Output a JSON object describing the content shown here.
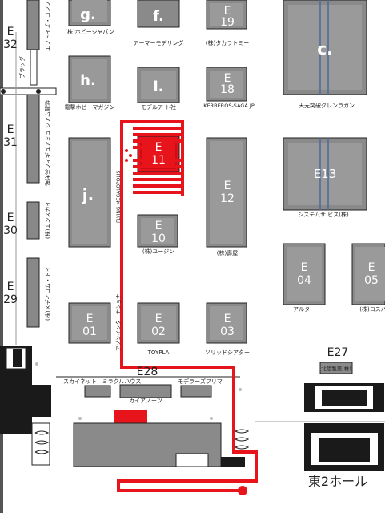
{
  "map": {
    "hall_name": "東2ホール",
    "zones": {
      "E28": "E28",
      "E27": "E27"
    },
    "left_column": {
      "labels": {
        "E32": "E32",
        "E31": "E31",
        "E30": "E30",
        "E29": "E29"
      },
      "vertical_names": {
        "enterize": "エフトイズ・コンフ",
        "bugbug": "ブラッグ",
        "kaiyodo_kan": "海洋堂フィギュアミュ ジアム龍游",
        "escalay": "(株)エンスカイ",
        "mediacom": "(株)メディコム・トイ"
      }
    },
    "booths_large": [
      {
        "id": "g",
        "label": "g.",
        "caption": "(株)ホビージャパン"
      },
      {
        "id": "f",
        "label": "f.",
        "caption": "アーマーモデリング"
      },
      {
        "id": "h",
        "label": "h.",
        "caption": "電撃ホビーマガジン"
      },
      {
        "id": "i",
        "label": "i.",
        "caption": "モデルア ト社"
      },
      {
        "id": "j",
        "label": "j.",
        "caption": "FLYING MEGALOPOLIS"
      },
      {
        "id": "c",
        "label": "c.",
        "caption": "天元突破グレンラガン"
      }
    ],
    "booths_e": [
      {
        "id": "E19",
        "label": "E\n19",
        "caption": "(株)タカラトミー"
      },
      {
        "id": "E18",
        "label": "E\n18",
        "caption": "KERBEROS-SAGA JP"
      },
      {
        "id": "E11",
        "label": "E\n11",
        "caption": ""
      },
      {
        "id": "E12",
        "label": "E\n12",
        "caption": "(株)壽屋"
      },
      {
        "id": "E13",
        "label": "E13",
        "caption": "システムサ ビス(株)"
      },
      {
        "id": "E10",
        "label": "E\n10",
        "caption": "(株)ユージン"
      },
      {
        "id": "E04",
        "label": "E\n04",
        "caption": "アルター"
      },
      {
        "id": "E05",
        "label": "E\n05",
        "caption": "(株)コスパ"
      },
      {
        "id": "E01",
        "label": "E\n01",
        "caption": "アゾンインターナショナ"
      },
      {
        "id": "E02",
        "label": "E\n02",
        "caption": "TOYPLA"
      },
      {
        "id": "E03",
        "label": "E\n03",
        "caption": "ソリッドシアター"
      }
    ],
    "e28_booths": {
      "skynet": "スカイネット",
      "miracle_house": "ミラクルハウス",
      "models_freak": "モデラーズフリマ",
      "kaiyou": "カイアノーツ"
    },
    "e27_booth": "北陸製菓(株)",
    "colors": {
      "route": "#e8141c",
      "highlight": "#e8141c",
      "booth_fill": "#8a8a8a",
      "booth_border": "#222222",
      "dark": "#1a1a1a"
    }
  }
}
